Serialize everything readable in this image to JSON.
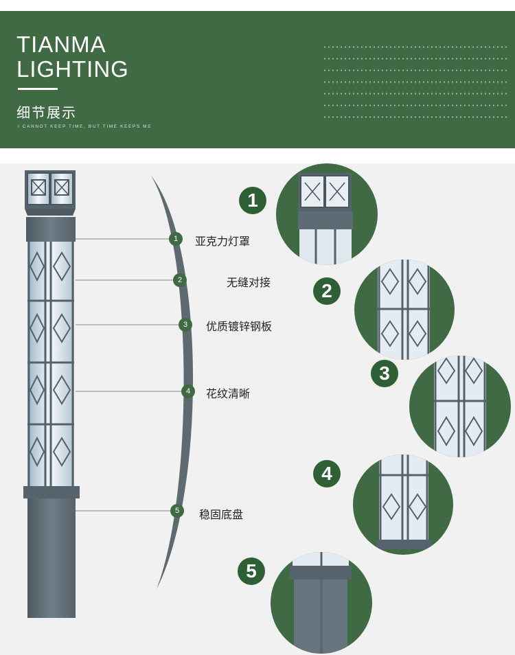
{
  "header": {
    "brand_line1": "TIANMA",
    "brand_line2": "LIGHTING",
    "subtitle": "细节展示",
    "tagline": "I CANNOT KEEP TIME, BUT TIME KEEPS ME"
  },
  "details": [
    {
      "number": "1",
      "label": "亚克力灯罩"
    },
    {
      "number": "2",
      "label": "无缝对接"
    },
    {
      "number": "3",
      "label": "优质镀锌钢板"
    },
    {
      "number": "4",
      "label": "花纹清晰"
    },
    {
      "number": "5",
      "label": "稳固底盘"
    }
  ],
  "colors": {
    "brand_green": "#3f6a43",
    "badge_green": "#2f5f35",
    "lamp_frame": "#5c6a74",
    "background": "#f1f1f1"
  }
}
